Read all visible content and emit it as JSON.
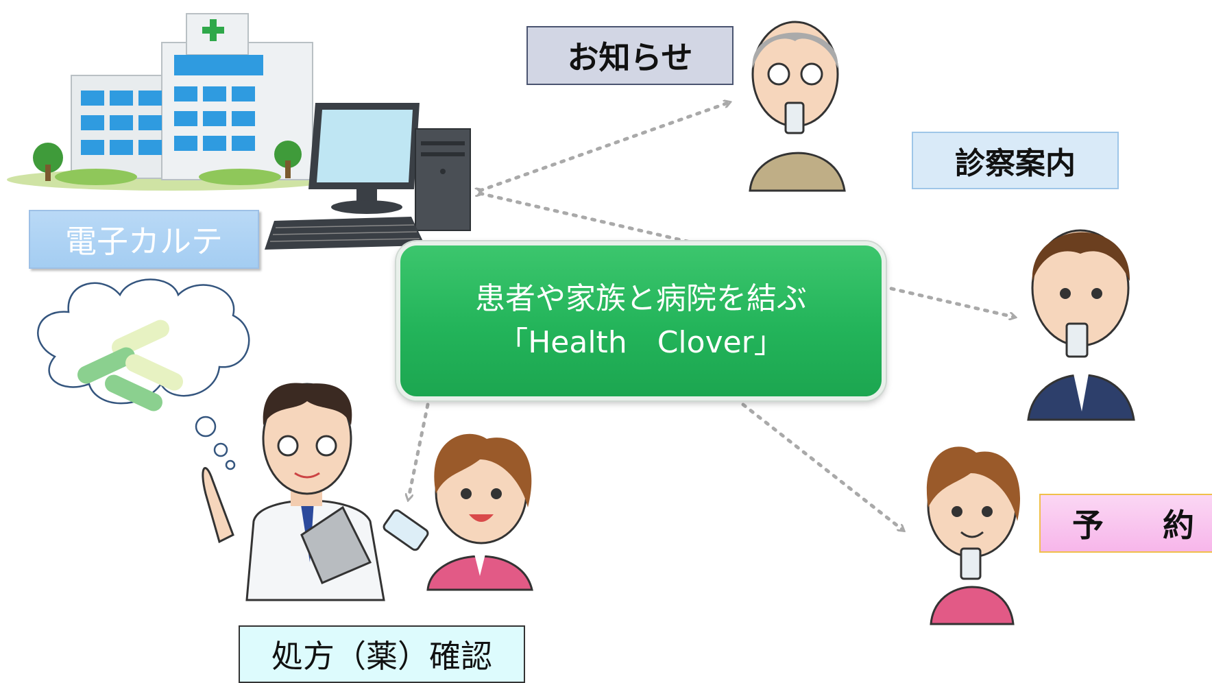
{
  "center": {
    "line1": "患者や家族と病院を結ぶ",
    "line2": "「Health　Clover」"
  },
  "labels": {
    "notice": "お知らせ",
    "guide": "診察案内",
    "emr": "電子カルテ",
    "prescription": "処方（薬）確認",
    "reserve_a": "予",
    "reserve_b": "約"
  },
  "colors": {
    "center_green": "#23b45a",
    "arrow_gray": "#a9a9a9"
  }
}
